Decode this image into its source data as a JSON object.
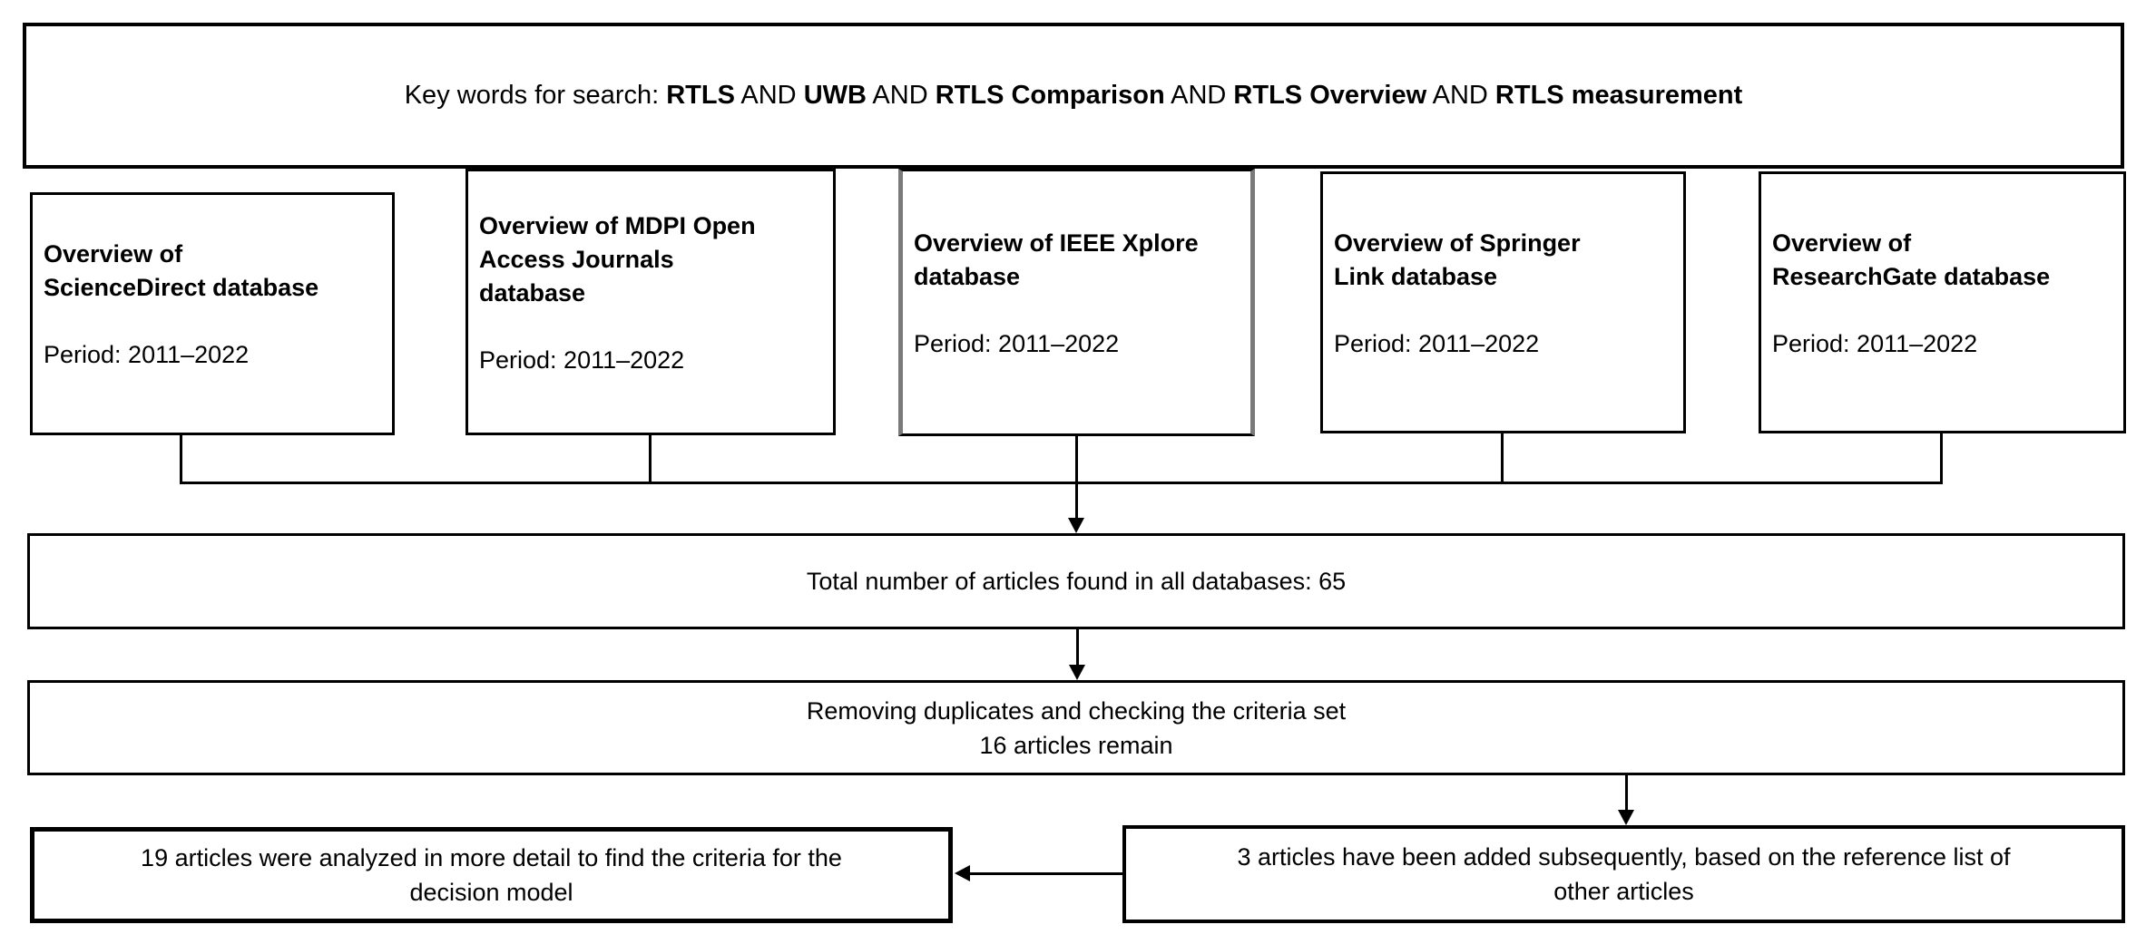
{
  "diagram": {
    "keywords_bar": {
      "segments": [
        {
          "text": "Key words for search: ",
          "bold": false
        },
        {
          "text": "RTLS",
          "bold": true
        },
        {
          "text": " AND ",
          "bold": false
        },
        {
          "text": "UWB",
          "bold": true
        },
        {
          "text": " AND ",
          "bold": false
        },
        {
          "text": "RTLS Comparison",
          "bold": true
        },
        {
          "text": " AND ",
          "bold": false
        },
        {
          "text": "RTLS Overview",
          "bold": true
        },
        {
          "text": " AND ",
          "bold": false
        },
        {
          "text": "RTLS measurement",
          "bold": true
        }
      ]
    },
    "databases": [
      {
        "title": "Overview of\nScienceDirect database",
        "period": "Period: 2011–2022"
      },
      {
        "title": "Overview of MDPI Open\nAccess Journals\ndatabase",
        "period": "Period: 2011–2022"
      },
      {
        "title": "Overview of IEEE Xplore\ndatabase",
        "period": "Period: 2011–2022"
      },
      {
        "title": "Overview of Springer\nLink database",
        "period": "Period: 2011–2022"
      },
      {
        "title": "Overview of\nResearchGate database",
        "period": "Period: 2011–2022"
      }
    ],
    "total_box": {
      "text": "Total number of articles found in all databases: 65"
    },
    "dedupe_box": {
      "text": "Removing duplicates and checking the criteria set\n16 articles remain"
    },
    "analyzed_box": {
      "text": "19 articles were analyzed in more detail to find the criteria for the\ndecision model"
    },
    "added_box": {
      "text": "3 articles have been added subsequently, based on the reference list of\nother articles"
    },
    "colors": {
      "line": "#000000",
      "highlight_border": "#7a7a7a",
      "background": "#ffffff"
    }
  }
}
